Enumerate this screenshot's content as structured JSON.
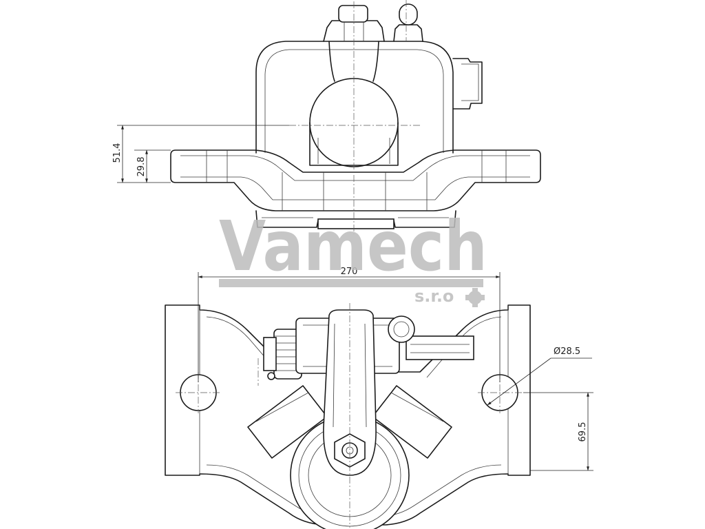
{
  "dimensions": {
    "height_top": "51.4",
    "height_flange": "29.8",
    "width": "270",
    "bore_diameter": "Ø28.5",
    "bore_offset": "69.5"
  },
  "watermark": {
    "brand": "Vamech",
    "suffix": "s.r.o"
  }
}
